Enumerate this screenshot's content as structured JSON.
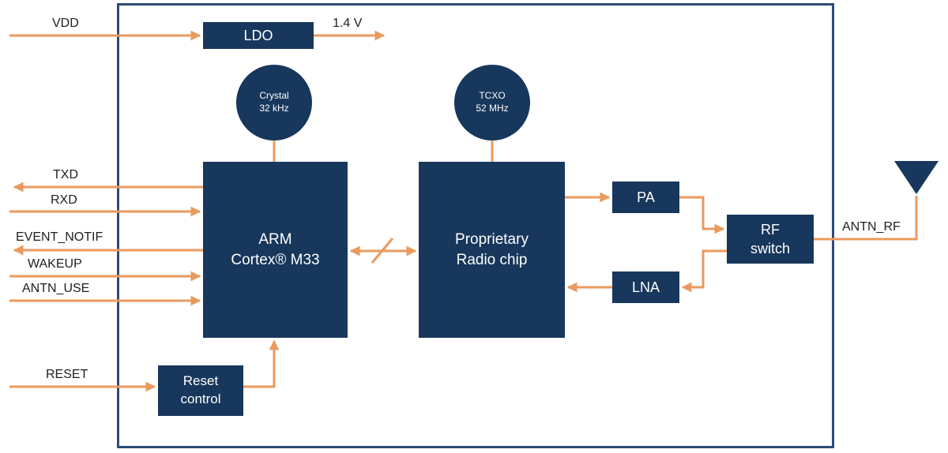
{
  "colors": {
    "navy": "#17375C",
    "border": "#2B4C77",
    "orange": "#EA9A5E",
    "label": "#1F1F1F",
    "background": "#FFFFFF"
  },
  "blocks": {
    "ldo": {
      "label": "LDO"
    },
    "crystal": {
      "line1": "Crystal",
      "line2": "32 kHz"
    },
    "tcxo": {
      "line1": "TCXO",
      "line2": "52 MHz"
    },
    "mcu": {
      "line1": "ARM",
      "line2": "Cortex® M33"
    },
    "radio": {
      "line1": "Proprietary",
      "line2": "Radio chip"
    },
    "pa": {
      "label": "PA"
    },
    "lna": {
      "label": "LNA"
    },
    "rf_switch": {
      "line1": "RF",
      "line2": "switch"
    },
    "reset_control": {
      "line1": "Reset",
      "line2": "control"
    }
  },
  "signals": {
    "vdd": "VDD",
    "ldo_out": "1.4 V",
    "txd": "TXD",
    "rxd": "RXD",
    "event_notif": "EVENT_NOTIF",
    "wakeup": "WAKEUP",
    "antn_use": "ANTN_USE",
    "reset": "RESET",
    "antn_rf": "ANTN_RF"
  }
}
